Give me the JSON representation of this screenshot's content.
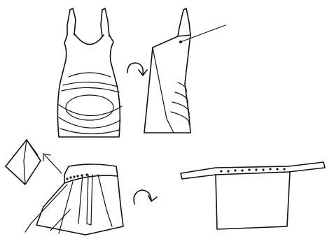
{
  "illustration": {
    "steps": [
      {
        "figure": "tank-top-front"
      },
      {
        "figure": "tank-top-folded-side"
      },
      {
        "figure": "strap-detail"
      },
      {
        "figure": "wrap-skirt-drape"
      },
      {
        "figure": "skirt-panel-flat"
      }
    ],
    "icons": [
      "rotate-arrow-icon",
      "rotate-arrow-icon",
      "pointer-arrow-icon"
    ],
    "colors": {
      "ink": "#111111",
      "paper": "#ffffff"
    }
  }
}
